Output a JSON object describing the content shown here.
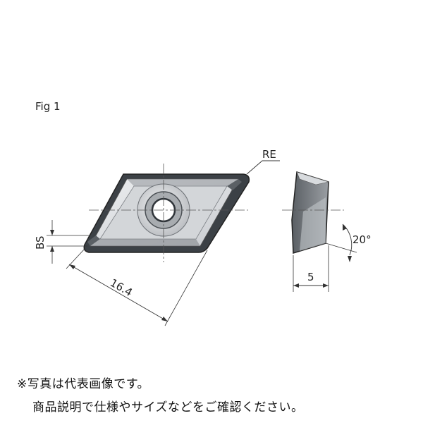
{
  "figure": {
    "title": "Fig 1"
  },
  "dimensions": {
    "re_label": "RE",
    "bs_label": "BS",
    "length_label": "16.4",
    "thickness_label": "5",
    "angle_label": "20°"
  },
  "notes": {
    "line1": "※写真は代表画像です。",
    "line2": "商品説明で仕様やサイズなどをご確認ください。"
  }
}
